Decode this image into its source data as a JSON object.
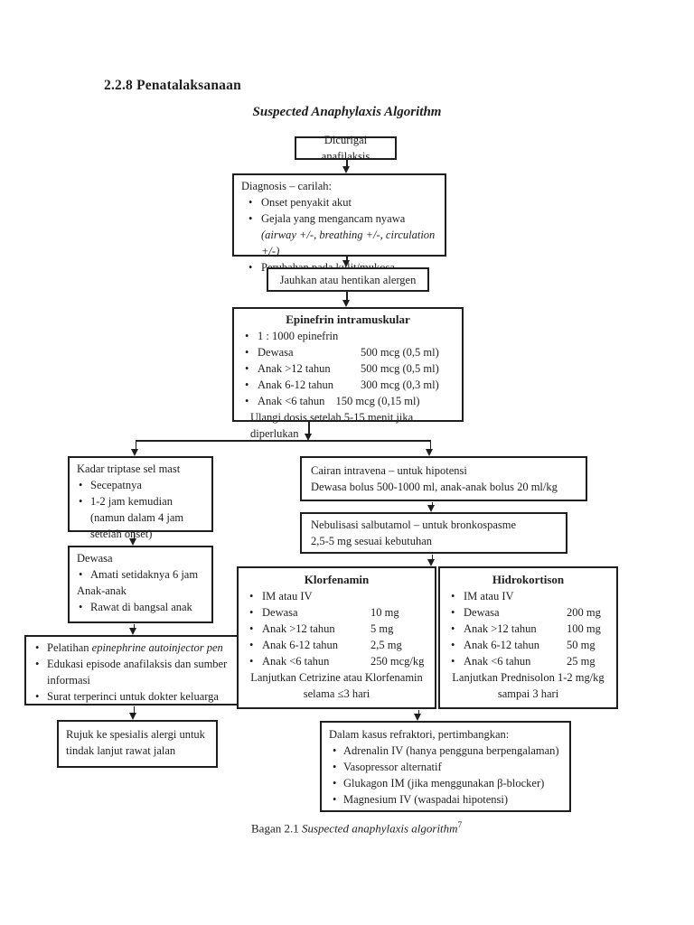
{
  "page": {
    "section_heading": "2.2.8 Penatalaksanaan",
    "algorithm_title": "Suspected Anaphylaxis Algorithm",
    "caption": {
      "prefix": "Bagan 2.1 ",
      "italic": "Suspected anaphylaxis algorithm",
      "superscript": "7"
    }
  },
  "boxes": {
    "suspected": {
      "text": "Dicurigai anafilaksis"
    },
    "diagnosis": {
      "title": "Diagnosis – carilah:",
      "bullet1": "Onset penyakit akut",
      "bullet2_plain": "Gejala yang mengancam nyawa ",
      "bullet2_italic": "(airway +/-, breathing +/-, circulation +/-)",
      "bullet3": "Perubahan pada kulit/mukosa"
    },
    "remove_allergen": {
      "text": "Jauhkan atau hentikan alergen"
    },
    "epinephrine": {
      "title": "Epinefrin intramuskular",
      "rows": [
        {
          "label": "1 : 1000 epinefrin",
          "value": ""
        },
        {
          "label": "Dewasa",
          "value": "500 mcg (0,5 ml)"
        },
        {
          "label": "Anak >12 tahun",
          "value": "500 mcg (0,5 ml)"
        },
        {
          "label": "Anak 6-12 tahun",
          "value": "300 mcg (0,3 ml)"
        },
        {
          "label": "Anak <6 tahun",
          "value": "150 mcg (0,15 ml)"
        }
      ],
      "footer": "Ulangi dosis setelah 5-15 menit jika diperlukan"
    },
    "tryptase": {
      "title": "Kadar triptase sel mast",
      "bullet1": "Secepatnya",
      "bullet2": "1-2 jam kemudian (namun dalam 4 jam setelah onset)"
    },
    "observation": {
      "header1": "Dewasa",
      "bullet1": "Amati setidaknya 6 jam",
      "header2": "Anak-anak",
      "bullet2": "Rawat di bangsal anak"
    },
    "discharge": {
      "bullet1_plain": "Pelatihan ",
      "bullet1_italic": "epinephrine autoinjector pen",
      "bullet2": "Edukasi episode anafilaksis dan sumber informasi",
      "bullet3": "Surat terperinci untuk dokter keluarga"
    },
    "referral": {
      "line1": "Rujuk ke spesialis alergi untuk",
      "line2": "tindak lanjut rawat jalan"
    },
    "iv_fluids": {
      "line1": "Cairan intravena – untuk hipotensi",
      "line2": "Dewasa bolus 500-1000 ml, anak-anak bolus 20 ml/kg"
    },
    "salbutamol": {
      "line1": "Nebulisasi salbutamol – untuk bronkospasme",
      "line2": "2,5-5 mg sesuai kebutuhan"
    },
    "chlorphenamine": {
      "title": "Klorfenamin",
      "route": "IM atau IV",
      "rows": [
        {
          "label": "Dewasa",
          "value": "10 mg"
        },
        {
          "label": "Anak >12 tahun",
          "value": "5 mg"
        },
        {
          "label": "Anak 6-12 tahun",
          "value": "2,5 mg"
        },
        {
          "label": "Anak <6 tahun",
          "value": "250 mcg/kg"
        }
      ],
      "footer1": "Lanjutkan Cetrizine atau Klorfenamin",
      "footer2": "selama ≤3 hari"
    },
    "hydrocortisone": {
      "title": "Hidrokortison",
      "route": "IM atau IV",
      "rows": [
        {
          "label": "Dewasa",
          "value": "200 mg"
        },
        {
          "label": "Anak >12 tahun",
          "value": "100 mg"
        },
        {
          "label": "Anak 6-12 tahun",
          "value": "50 mg"
        },
        {
          "label": "Anak <6 tahun",
          "value": "25 mg"
        }
      ],
      "footer1": "Lanjutkan Prednisolon 1-2 mg/kg",
      "footer2": "sampai 3 hari"
    },
    "refractory": {
      "title": "Dalam kasus refraktori, pertimbangkan:",
      "bullet1": "Adrenalin IV (hanya pengguna berpengalaman)",
      "bullet2": "Vasopressor alternatif",
      "bullet3": "Glukagon IM (jika menggunakan β-blocker)",
      "bullet4": "Magnesium IV (waspadai hipotensi)"
    }
  },
  "colors": {
    "ink": "#1e1e1e",
    "background": "#ffffff"
  }
}
